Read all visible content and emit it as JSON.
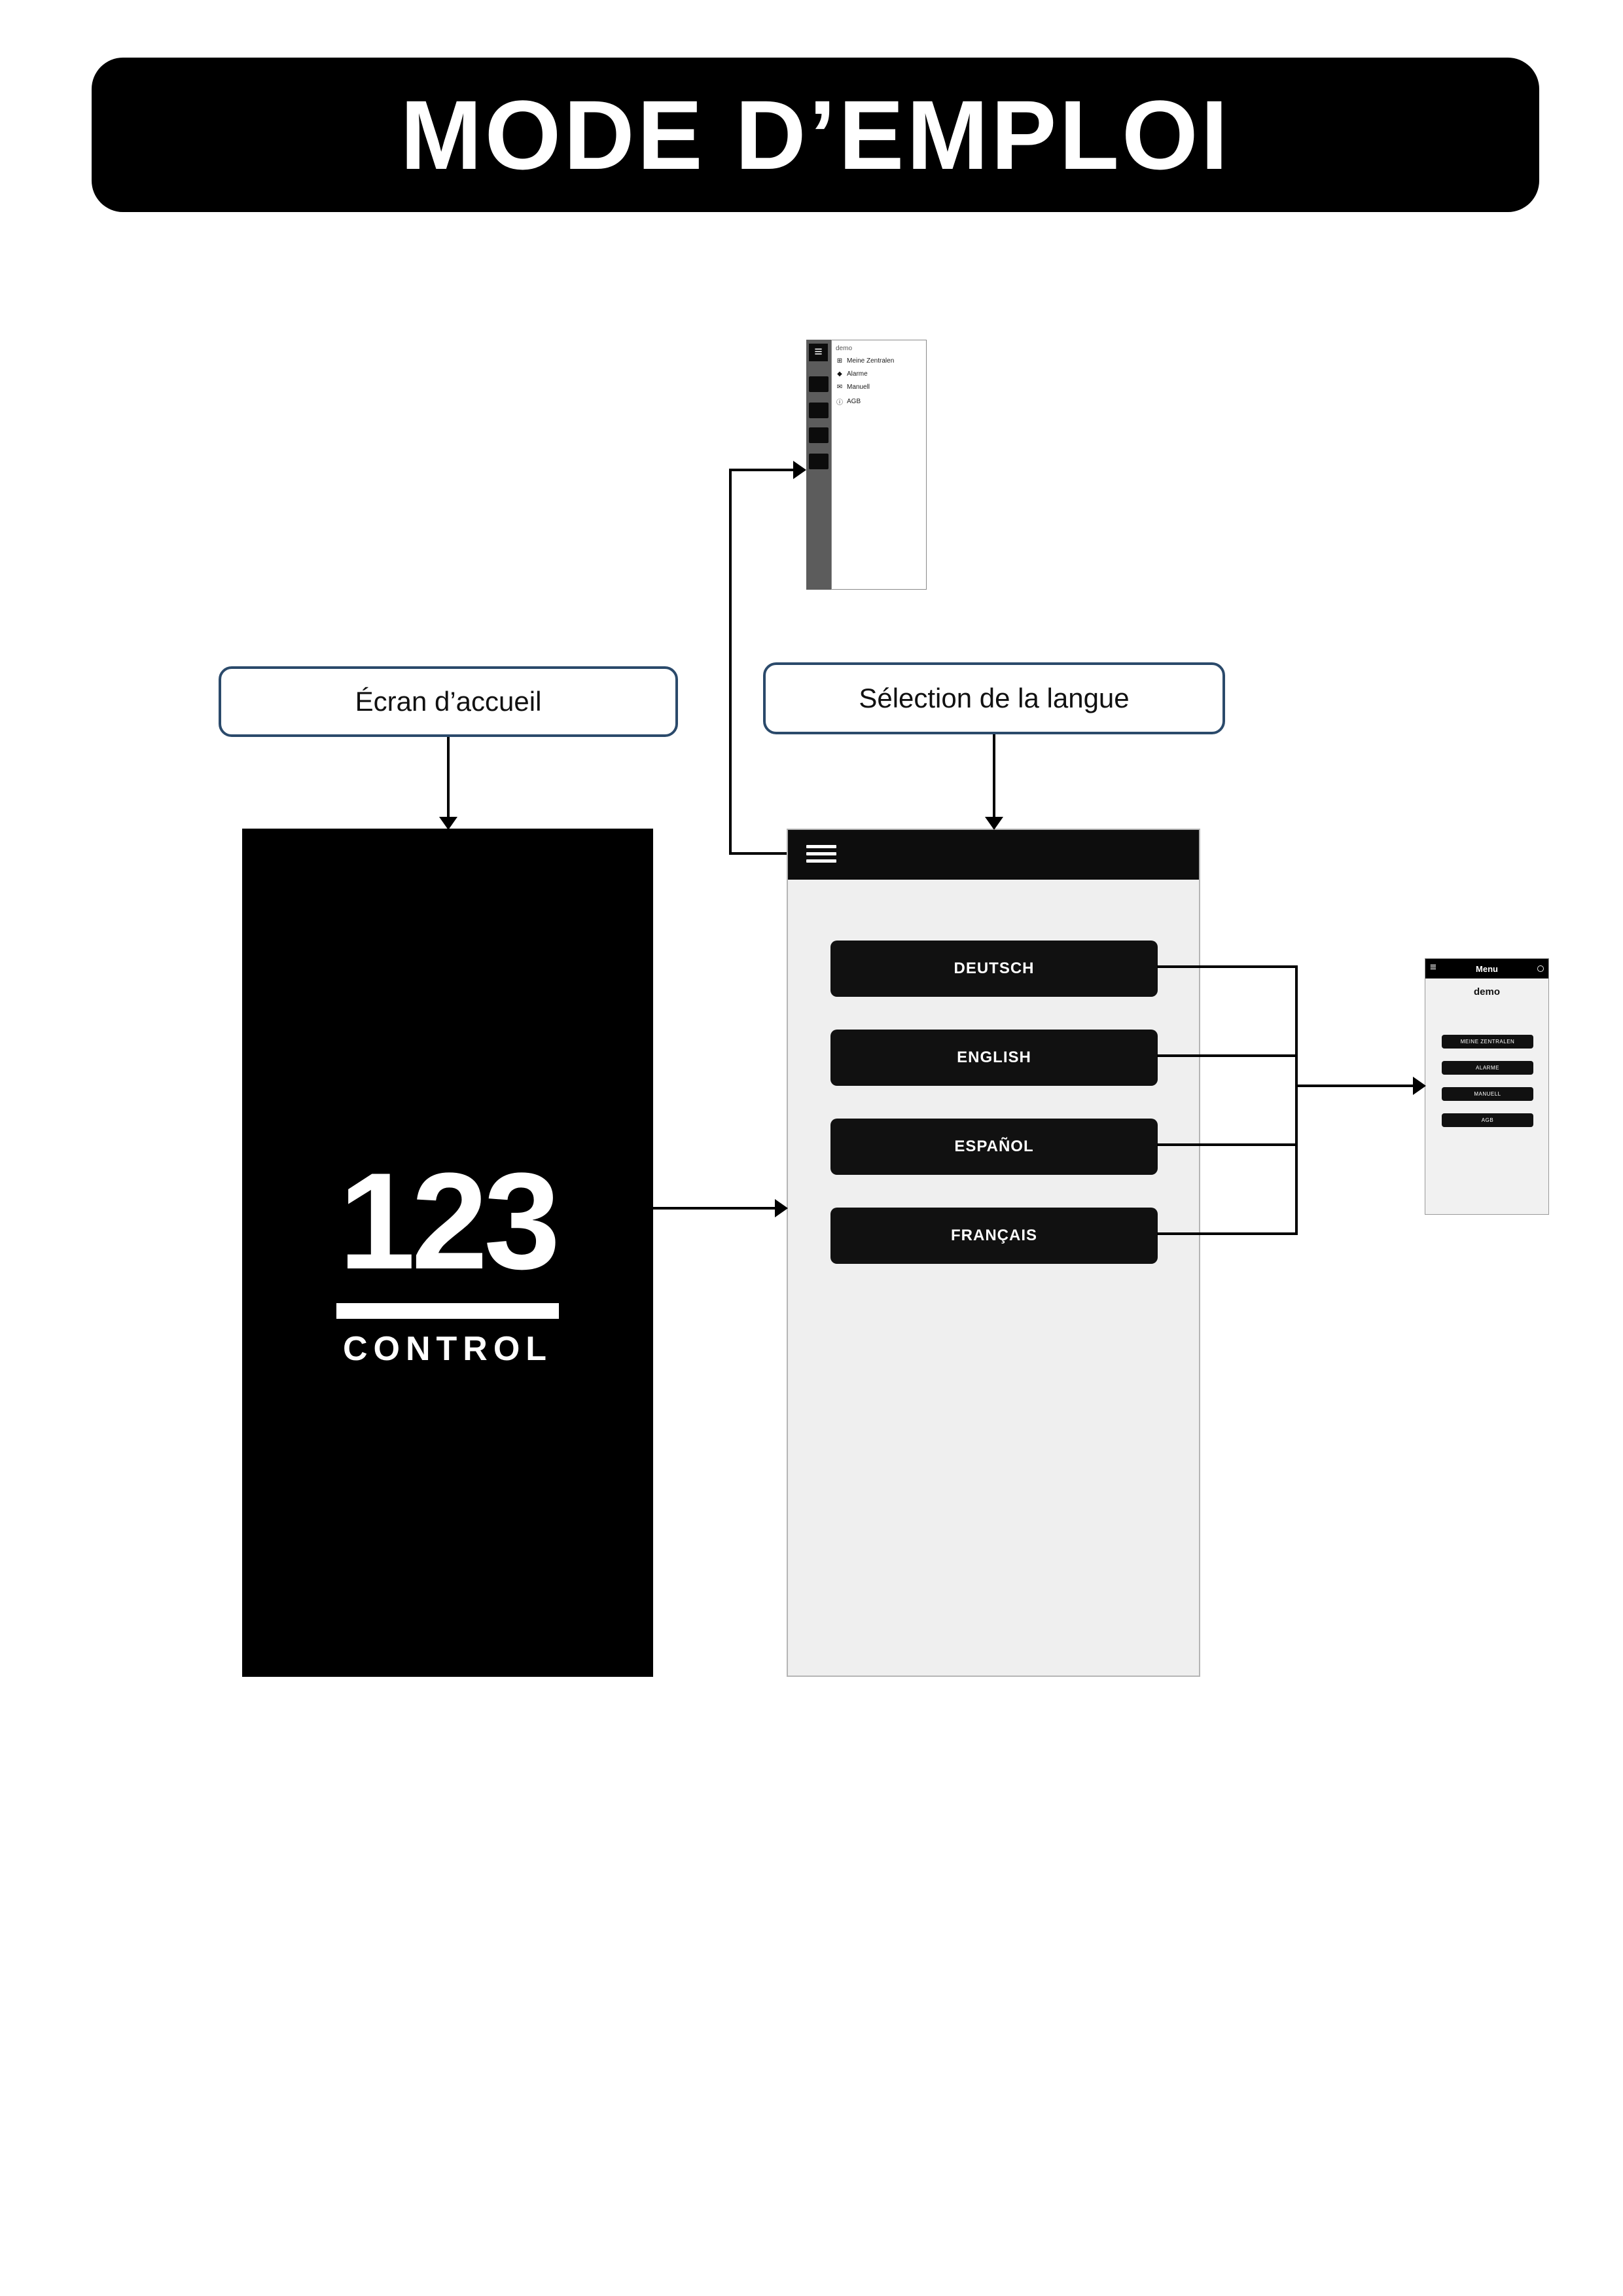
{
  "page": {
    "title": "MODE D’EMPLOI"
  },
  "callouts": {
    "home_screen": "Écran d’accueil",
    "language_selection": "Sélection de la langue"
  },
  "home_screen": {
    "logo_number": "123",
    "logo_text": "CONTROL",
    "background_color": "#000000"
  },
  "language_screen": {
    "buttons": [
      {
        "label": "DEUTSCH"
      },
      {
        "label": "ENGLISH"
      },
      {
        "label": "ESPAÑOL"
      },
      {
        "label": "FRANÇAIS"
      }
    ]
  },
  "drawer_screen": {
    "account": "demo",
    "items": [
      {
        "icon": "grid-icon",
        "glyph": "⊞",
        "label": "Meine Zentralen"
      },
      {
        "icon": "bell-icon",
        "glyph": "◆",
        "label": "Alarme"
      },
      {
        "icon": "mail-icon",
        "glyph": "✉",
        "label": "Manuell"
      },
      {
        "icon": "info-icon",
        "glyph": "ⓘ",
        "label": "AGB"
      }
    ]
  },
  "menu_screen": {
    "title": "Menu",
    "account": "demo",
    "buttons": [
      {
        "label": "MEINE ZENTRALEN"
      },
      {
        "label": "ALARME"
      },
      {
        "label": "MANUELL"
      },
      {
        "label": "AGB"
      }
    ]
  },
  "colors": {
    "accent_border": "#2b4a6b",
    "phone_body": "#efefef",
    "black": "#000000"
  }
}
